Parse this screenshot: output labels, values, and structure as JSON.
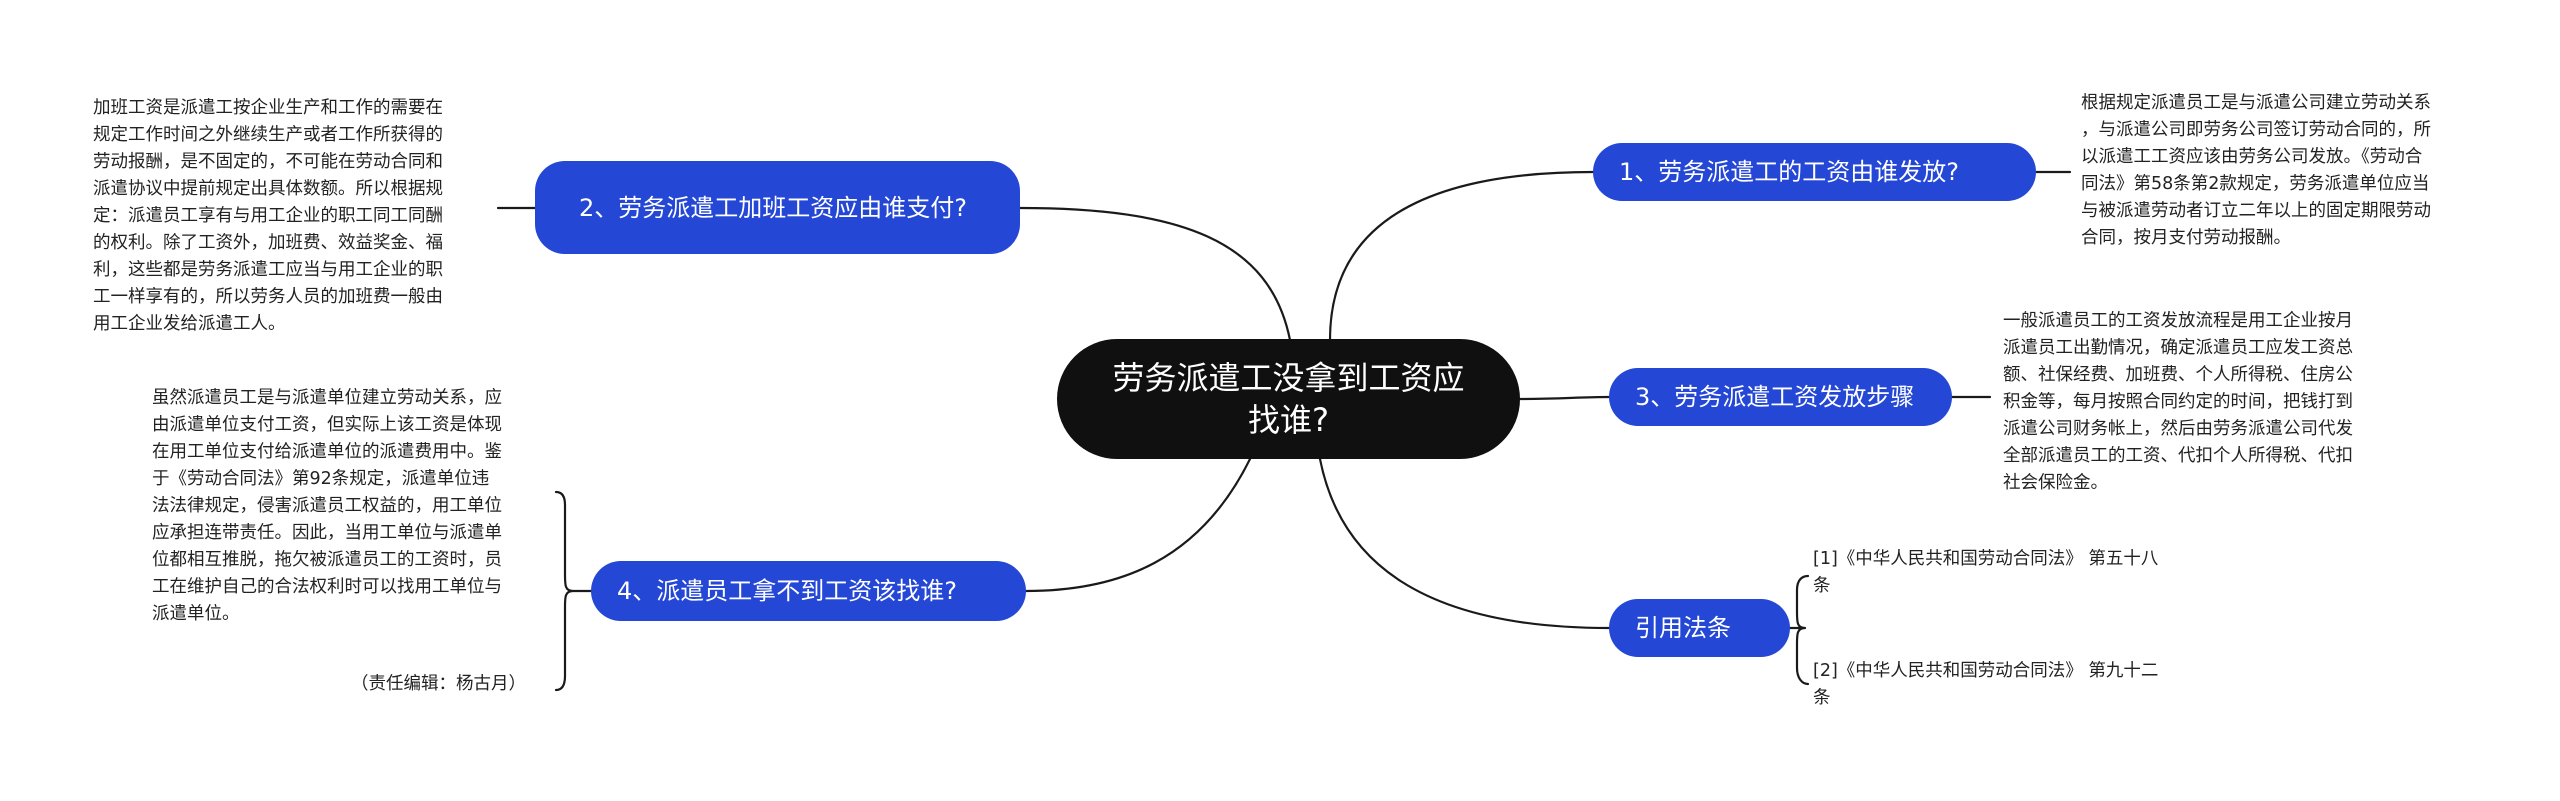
{
  "root": {
    "title": "劳务派遣工没拿到工资应找谁?"
  },
  "branches": [
    {
      "label": "1、劳务派遣工的工资由谁发放?"
    },
    {
      "label": "2、劳务派遣工加班工资应由谁支付?"
    },
    {
      "label": "3、劳务派遣工资发放步骤"
    },
    {
      "label": "4、派遣员工拿不到工资该找谁?"
    },
    {
      "label": "引用法条"
    }
  ],
  "notes": [
    {
      "text": "根据规定派遣员工是与派遣公司建立劳动关系\n，与派遣公司即劳务公司签订劳动合同的，所\n以派遣工工资应该由劳务公司发放。《劳动合\n同法》第58条第2款规定，劳务派遣单位应当\n与被派遣劳动者订立二年以上的固定期限劳动\n合同，按月支付劳动报酬。"
    },
    {
      "text": "加班工资是派遣工按企业生产和工作的需要在\n规定工作时间之外继续生产或者工作所获得的\n劳动报酬，是不固定的，不可能在劳动合同和\n派遣协议中提前规定出具体数额。所以根据规\n定：派遣员工享有与用工企业的职工同工同酬\n的权利。除了工资外，加班费、效益奖金、福\n利，这些都是劳务派遣工应当与用工企业的职\n工一样享有的，所以劳务人员的加班费一般由\n用工企业发给派遣工人。"
    },
    {
      "text": "一般派遣员工的工资发放流程是用工企业按月\n派遣员工出勤情况，确定派遣员工应发工资总\n额、社保经费、加班费、个人所得税、住房公\n积金等，每月按照合同约定的时间，把钱打到\n派遣公司财务帐上，然后由劳务派遣公司代发\n全部派遣员工的工资、代扣个人所得税、代扣\n社会保险金。"
    },
    {
      "text": "虽然派遣员工是与派遣单位建立劳动关系，应\n由派遣单位支付工资，但实际上该工资是体现\n在用工单位支付给派遣单位的派遣费用中。鉴\n于《劳动合同法》第92条规定，派遣单位违\n法法律规定，侵害派遣员工权益的，用工单位\n应承担连带责任。因此，当用工单位与派遣单\n位都相互推脱，拖欠被派遣员工的工资时，员\n工在维护自己的合法权利时可以找用工单位与\n派遣单位。"
    },
    {
      "text": "（责任编辑：杨古月）"
    },
    {
      "text": "[1]《中华人民共和国劳动合同法》 第五十八\n条"
    },
    {
      "text": "[2]《中华人民共和国劳动合同法》 第九十二\n条"
    }
  ],
  "colors": {
    "root_bg": "#101010",
    "branch_bg": "#2447d6",
    "line": "#1a1a1a"
  }
}
